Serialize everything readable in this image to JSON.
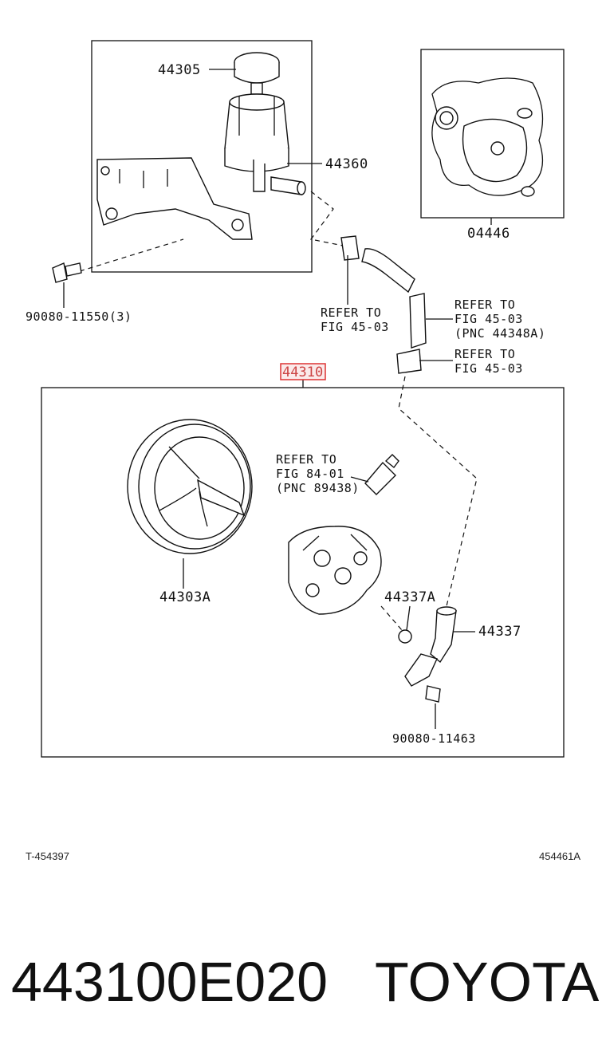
{
  "labels": {
    "p44305": "44305",
    "p44360": "44360",
    "p04446": "04446",
    "p90080_11550": "90080-11550(3)",
    "refer1_line1": "REFER TO",
    "refer1_line2": "FIG 45-03",
    "refer2_line1": "REFER TO",
    "refer2_line2": "FIG 45-03",
    "refer2_line3": "(PNC 44348A)",
    "refer3_line1": "REFER TO",
    "refer3_line2": "FIG 45-03",
    "p44310": "44310",
    "refer4_line1": "REFER TO",
    "refer4_line2": "FIG 84-01",
    "refer4_line3": "(PNC 89438)",
    "p44303A": "44303A",
    "p44337A": "44337A",
    "p44337": "44337",
    "p90080_11463": "90080-11463"
  },
  "footer": {
    "left_code": "T-454397",
    "right_code": "454461A",
    "part_number": "443100E020",
    "brand": "TOYOTA"
  }
}
